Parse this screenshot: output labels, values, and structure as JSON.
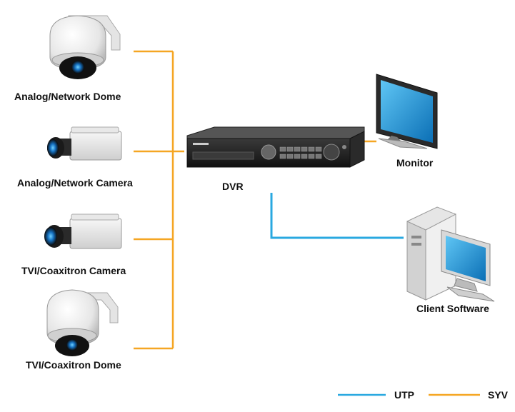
{
  "devices": {
    "dome1": {
      "label": "Analog/Network Dome",
      "icon": "dome-camera-icon"
    },
    "camera1": {
      "label": "Analog/Network Camera",
      "icon": "box-camera-icon"
    },
    "camera2": {
      "label": "TVI/Coaxitron Camera",
      "icon": "box-camera-icon"
    },
    "dome2": {
      "label": "TVI/Coaxitron Dome",
      "icon": "dome-camera-icon"
    },
    "dvr": {
      "label": "DVR",
      "icon": "dvr-recorder-icon"
    },
    "monitor": {
      "label": "Monitor",
      "icon": "monitor-icon"
    },
    "client": {
      "label": "Client Software",
      "icon": "desktop-computer-icon"
    }
  },
  "legend": {
    "utp": {
      "label": "UTP",
      "color": "#29a8e0"
    },
    "syv": {
      "label": "SYV",
      "color": "#f5a623"
    }
  }
}
